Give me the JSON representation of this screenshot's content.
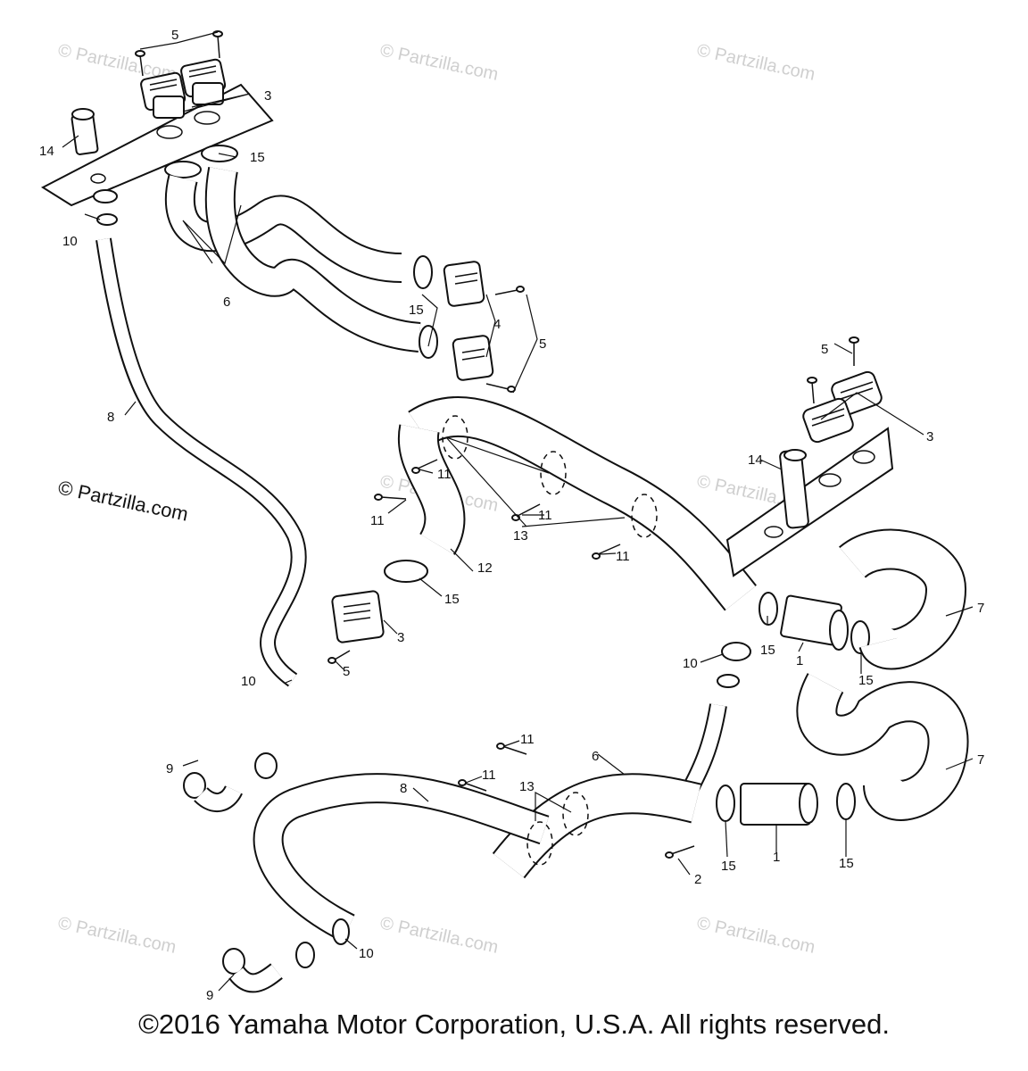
{
  "callouts": {
    "n1": "1",
    "n2": "2",
    "n3": "3",
    "n4": "4",
    "n5": "5",
    "n6": "6",
    "n7": "7",
    "n8": "8",
    "n9": "9",
    "n10": "10",
    "n11": "11",
    "n12": "12",
    "n13": "13",
    "n14": "14",
    "n15": "15"
  },
  "watermark": {
    "repeated": "© Partzilla.com",
    "prominent": "© Partzilla.com"
  },
  "copyright": "©2016  Yamaha Motor Corporation, U.S.A. All rights reserved.",
  "colors": {
    "line": "#111111",
    "watermark": "#cfcfcf",
    "background": "#ffffff"
  }
}
